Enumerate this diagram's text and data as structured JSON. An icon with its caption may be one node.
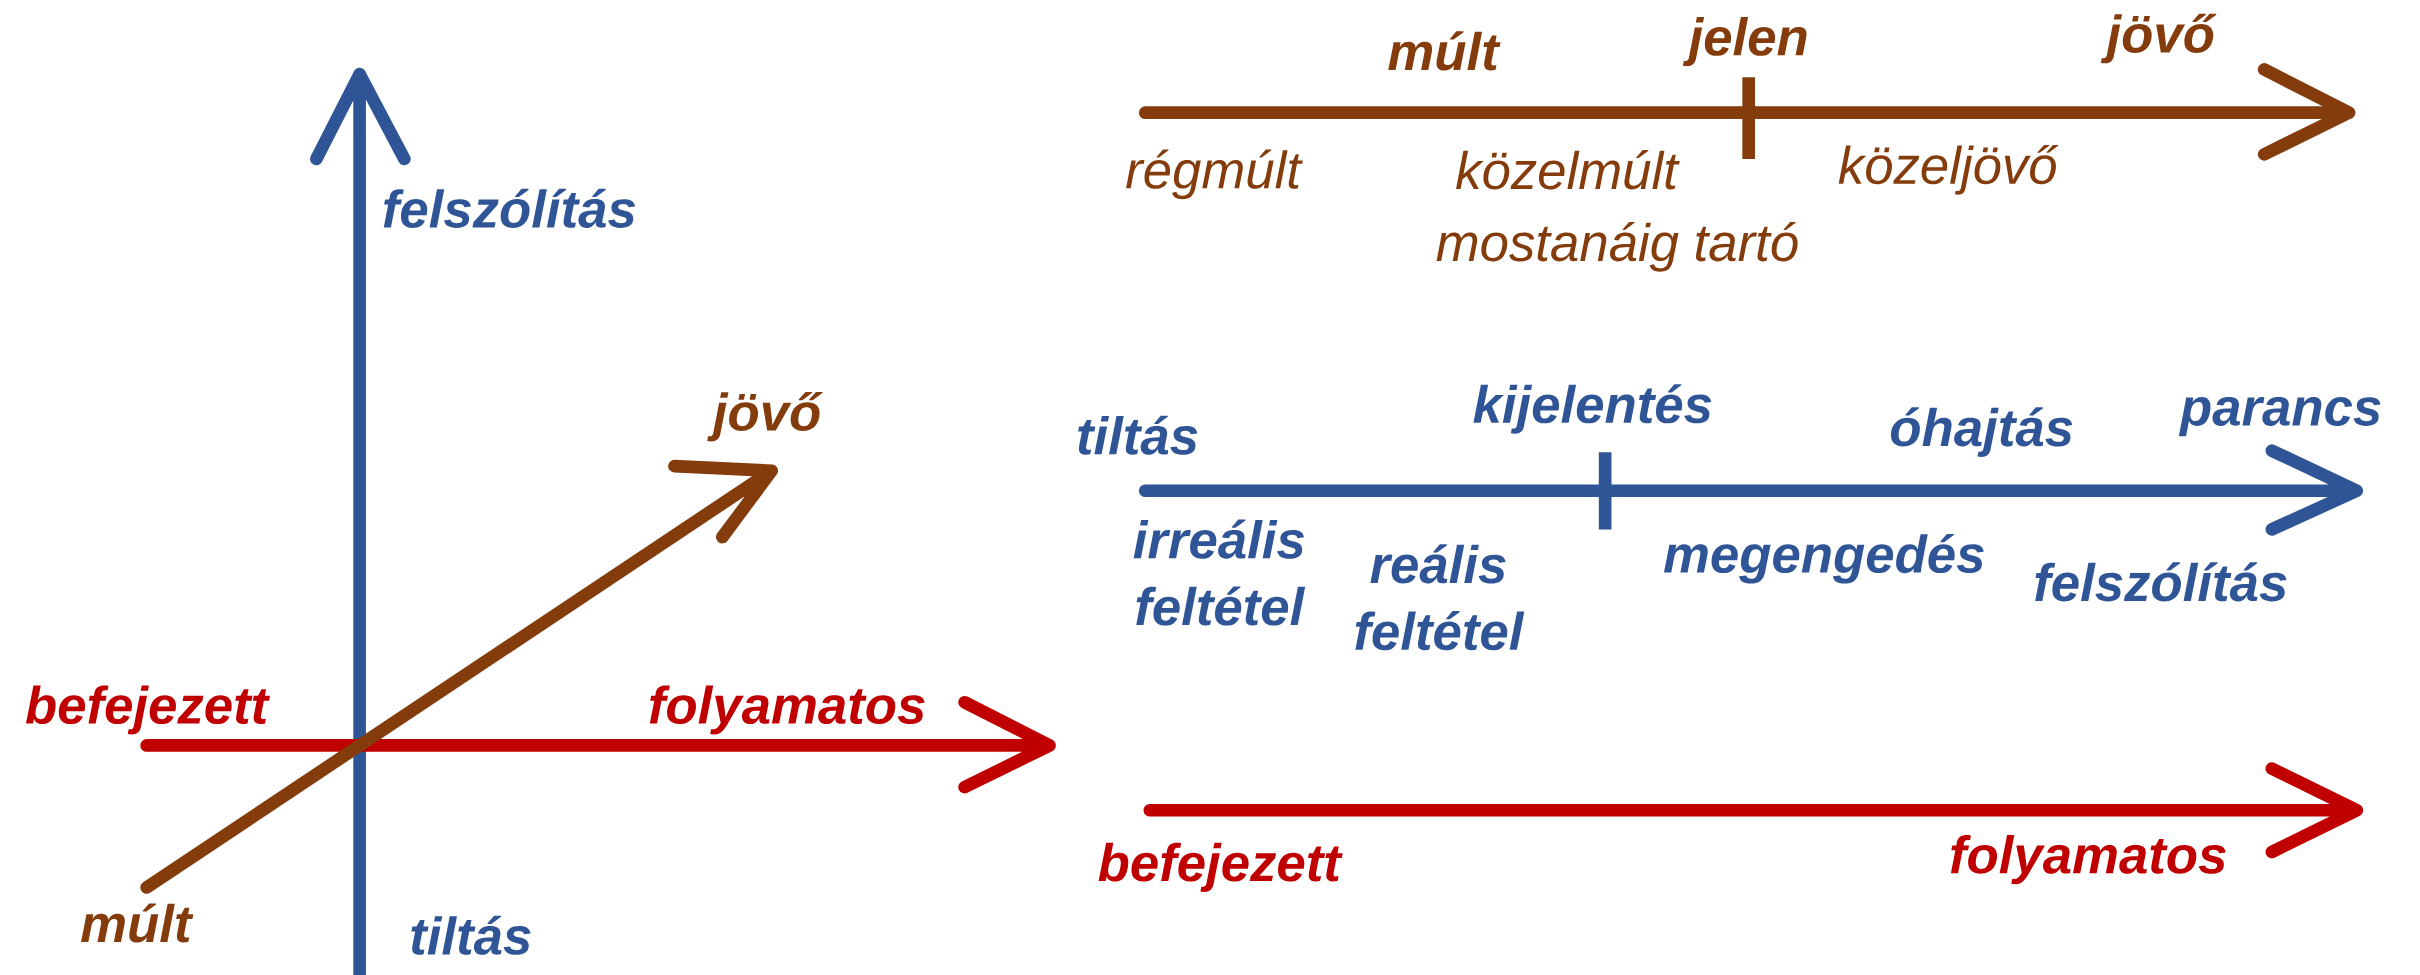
{
  "diagram": {
    "labels": [
      "múlt",
      "jelen",
      "jövő",
      "régmúlt",
      "közelmúlt",
      "közeljövő",
      "felszólítás",
      "mostanáig tartó",
      "jövő",
      "tiltás",
      "kijelentés",
      "óhajtás",
      "parancs",
      "irreális feltétel",
      "reális feltétel",
      "megengedés",
      "felszólítás",
      "befejezett",
      "folyamatos",
      "befejezett",
      "folyamatos",
      "múlt",
      "tiltás"
    ]
  }
}
